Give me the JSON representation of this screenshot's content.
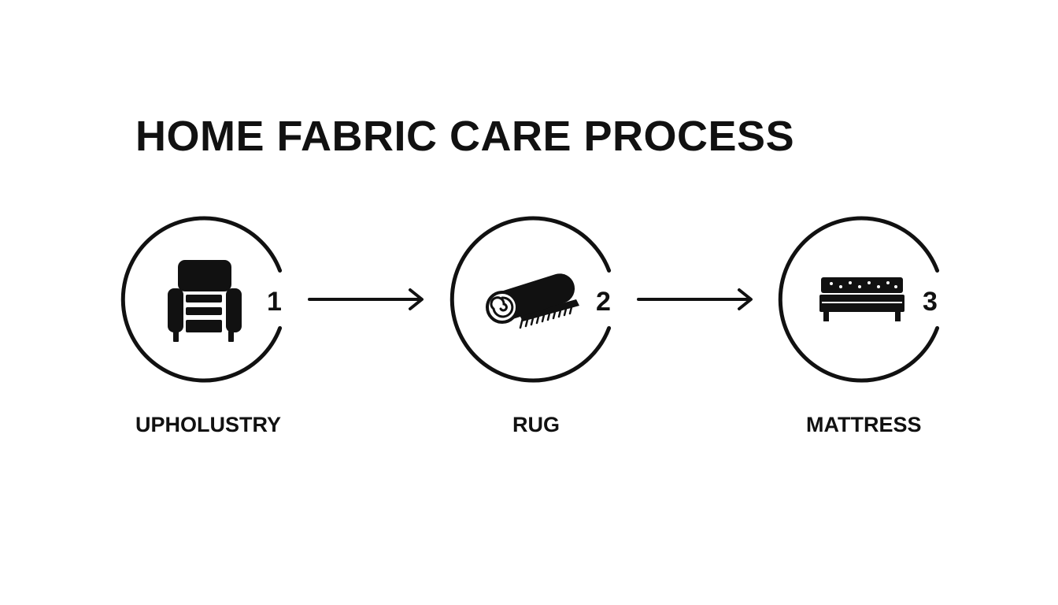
{
  "title": "HOME FABRIC CARE PROCESS",
  "colors": {
    "ink": "#111111",
    "background": "#ffffff"
  },
  "steps": [
    {
      "number": "1",
      "label": "UPHOLUSTRY",
      "icon": "armchair-icon"
    },
    {
      "number": "2",
      "label": "RUG",
      "icon": "rolled-rug-icon"
    },
    {
      "number": "3",
      "label": "MATTRESS",
      "icon": "mattress-icon"
    }
  ]
}
